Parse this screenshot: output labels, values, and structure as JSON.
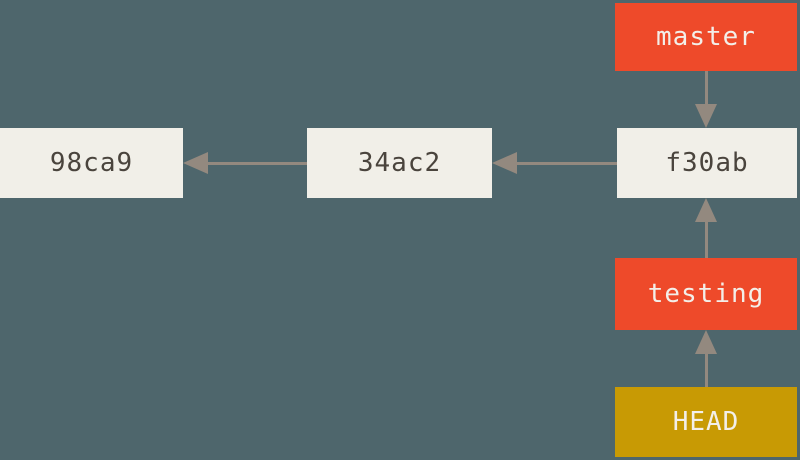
{
  "diagram": {
    "kind": "git-commit-graph",
    "commits": [
      {
        "id": "98ca9"
      },
      {
        "id": "34ac2"
      },
      {
        "id": "f30ab"
      }
    ],
    "refs": {
      "master": {
        "label": "master",
        "type": "branch",
        "points_to": "f30ab"
      },
      "testing": {
        "label": "testing",
        "type": "branch",
        "points_to": "f30ab"
      },
      "head": {
        "label": "HEAD",
        "type": "head",
        "points_to": "testing"
      }
    },
    "edges": [
      {
        "from": "34ac2",
        "to": "98ca9",
        "direction": "left"
      },
      {
        "from": "f30ab",
        "to": "34ac2",
        "direction": "left"
      },
      {
        "from": "master",
        "to": "f30ab",
        "direction": "down"
      },
      {
        "from": "testing",
        "to": "f30ab",
        "direction": "up"
      },
      {
        "from": "HEAD",
        "to": "testing",
        "direction": "up"
      }
    ]
  },
  "colors": {
    "background": "#4e666c",
    "commit-box": "#f1efe8",
    "commit-text": "#4a443d",
    "branch-box": "#ee4a2a",
    "head-box": "#c89a04",
    "ref-text": "#f3efe9",
    "arrow": "#93897f"
  }
}
